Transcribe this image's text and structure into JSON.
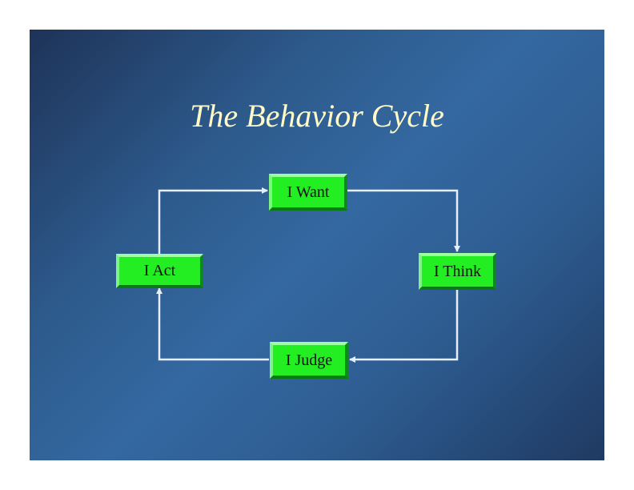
{
  "slide": {
    "title": "The Behavior Cycle"
  },
  "cycle": {
    "nodes": [
      {
        "id": "want",
        "label": "I Want"
      },
      {
        "id": "think",
        "label": "I Think"
      },
      {
        "id": "judge",
        "label": "I Judge"
      },
      {
        "id": "act",
        "label": "I Act"
      }
    ],
    "edges": [
      {
        "from": "I Want",
        "to": "I Think"
      },
      {
        "from": "I Think",
        "to": "I Judge"
      },
      {
        "from": "I Judge",
        "to": "I Act"
      },
      {
        "from": "I Act",
        "to": "I Want"
      }
    ]
  },
  "colors": {
    "node_fill": "#22ee22",
    "title_text": "#fffbc8",
    "connector": "#e6eef8",
    "background_mid": "#3468a0"
  }
}
